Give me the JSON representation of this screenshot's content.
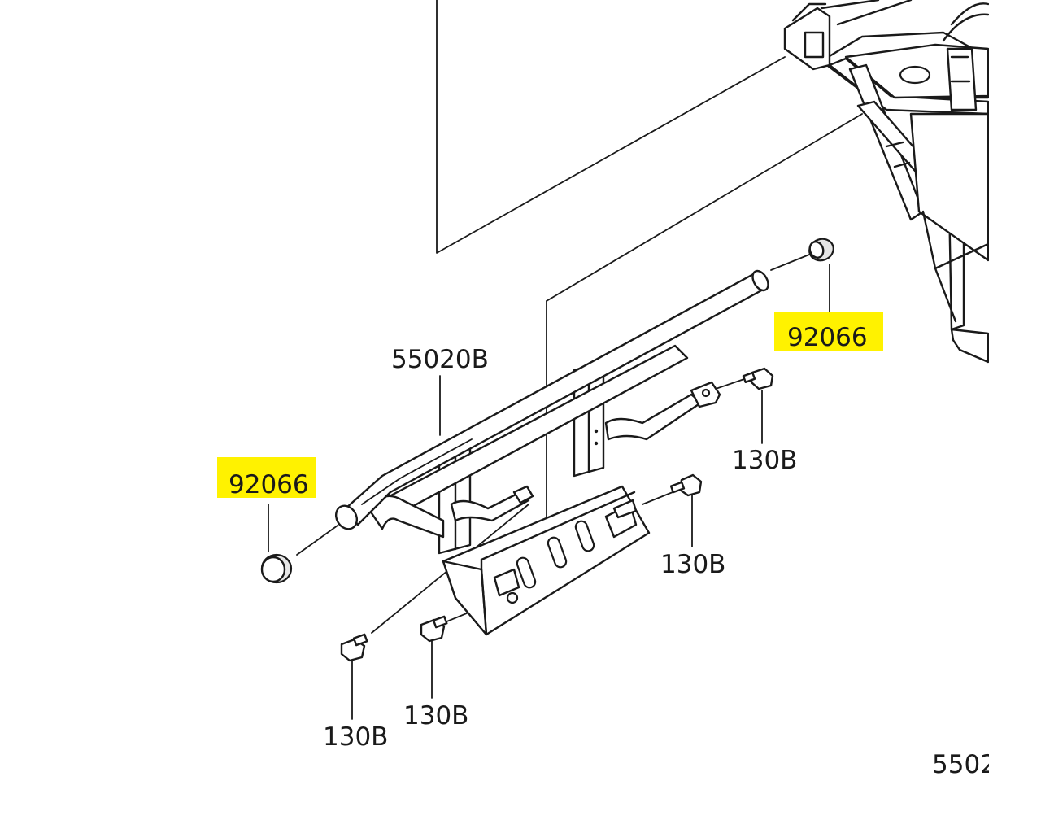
{
  "labels": {
    "guard_assembly": "55020B",
    "end_cap_right": "92066",
    "end_cap_left": "92066",
    "bolt_upper_right": "130B",
    "bolt_middle_right": "130B",
    "bolt_lower_center": "130B",
    "bolt_lower_left": "130B",
    "reference_cut": "5502"
  },
  "colors": {
    "highlight": "#fff200",
    "line": "#1a1a1a",
    "background": "#ffffff"
  }
}
